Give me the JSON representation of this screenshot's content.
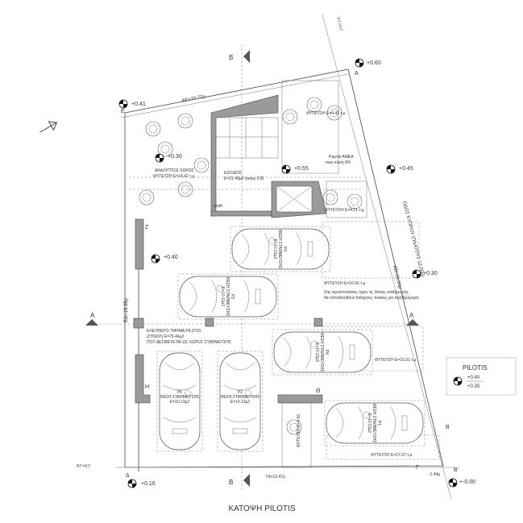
{
  "drawing_title": "ΚΑΤΟΨΗ PILOTIS",
  "legend": {
    "title": "PILOTIS",
    "level_1": "+0.40",
    "level_2": "+0.35"
  },
  "section_marks": {
    "b": "B",
    "a": "A"
  },
  "vertices": {
    "a": "A",
    "b": "B",
    "b_prime": "B'",
    "gamma": "Γ",
    "delta": "Δ",
    "e": "E",
    "z": "Z",
    "h": "H",
    "theta": "Θ"
  },
  "levels": [
    "+0.60",
    "+0.41",
    "+0.30",
    "+0.55",
    "+0.45",
    "+0.40",
    "+0.30",
    "+0.16",
    "+-0.00"
  ],
  "boundaries": {
    "ae": "ΑΕ=10.72μ",
    "ab": "ΑΒ=11.65μ",
    "ed": "ΕΔ=18.38μ",
    "gd": "ΓΔ=13.47μ",
    "rg": "Ρ.Γ=Ο.Γ",
    "road": "ΟΔΟΣ ΚΥΠΡΟΥ (ΠΛΑΤΟΥΣ 12.00μ)",
    "offset": "-1.44μ",
    "rg_top": "Ρ.Γ=Ο.Γ"
  },
  "areas": {
    "planting_top": "ΦΥΤΕΥΣΗ Ε=4.42 τ.μ",
    "ramp": "Ραμπα ΑΜΕΑ",
    "ramp_slope": "max κλιση 8%",
    "open_space": "ΑΚΑΛΥΠΤΟΣ ΧΩΡΟΣ",
    "open_space_planting": "ΦΥΤΕΥΣΗ Ε=14.42 τ.μ",
    "entrance": "ΕΙΣΟΔΟΣ",
    "entrance_area": "Ε=21.49μ2 (εκτος 2.8)",
    "shaft": "shaft",
    "planting_mid": "ΦΥΤΕΥΣΗ Ε=4.21 τ.μ",
    "planting_large": "ΦΥΤΕΥΣΗ Ε=16.56 τ.μ",
    "planting_note_1": "Στις προσπελάσεις προς τις θέσεις στάθμευσης",
    "planting_note_2": "θα τοποθετηθούν διάτρητες πλάκες για πεζοδρόμηση",
    "free_pilotis_1": "ΕΛΕΥΘΕΡΟ ΤΜΗΜΑ PILOTIS",
    "free_pilotis_2": "(ΣΥΝΟΛ)   Ε=76.44μ2",
    "free_pilotis_3": "ΠΟΥ ΔΕΣΜΕΥΕΤΑΙ ΩΣ ΧΩΡΟΣ ΣΤΑΘΜΕΥΣΗΣ",
    "planting_right": "ΦΥΤΕΥΣΗ Ε=10.31 τ.μ",
    "planting_bottom": "ΦΥΤΕΥΣΗ Ε=17.37 τ.μ",
    "planting_strip": "ΦΥΤΕΥΣΗ Ε=4.93"
  },
  "parking": [
    {
      "id": "P4",
      "label": "ΘΕΣΗ ΣΤΑΘΜΕΥΣΗΣ",
      "area": "Ε=10.13μ2"
    },
    {
      "id": "P3",
      "label": "ΘΕΣΗ ΣΤΑΘΜΕΥΣΗΣ",
      "area": "Ε=10.13μ2"
    },
    {
      "id": "P6",
      "label": "ΘΕΣΗ ΣΤΑΘΜΕΥΣΗΣ",
      "area": "Ε=10.13μ2"
    },
    {
      "id": "P5",
      "label": "ΘΕΣΗ ΣΤΑΘΜΕΥΣΗΣ",
      "area": "Ε=10.13μ2"
    },
    {
      "id": "P2",
      "label": "ΘΕΣΗ ΣΤΑΘΜΕΥΣΗΣ",
      "area": "Ε=10.13μ2"
    },
    {
      "id": "P1",
      "label": "ΘΕΣΗ ΣΤΑΘΜΕΥΣΗΣ",
      "area": "Ε=10.13μ2"
    }
  ]
}
